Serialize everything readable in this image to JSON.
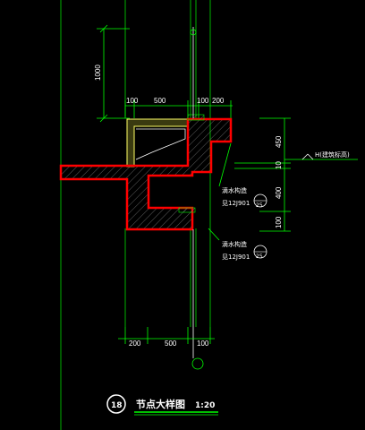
{
  "colors": {
    "background": "#000000",
    "dimension_line": "#00ff00",
    "section_outline": "#ff0000",
    "hatch": "#c8c8c8",
    "insulation": "#ffff66",
    "text": "#ffffff"
  },
  "dimensions": {
    "vertical_left": "1000",
    "top_row": [
      "100",
      "500",
      "100",
      "200"
    ],
    "right_column": [
      "450",
      "10",
      "400",
      "100"
    ],
    "bottom_row": [
      "200",
      "500",
      "100"
    ]
  },
  "annotations": {
    "level_label": "H(建筑标高)",
    "note_1_line1": "滴水构造",
    "note_1_line2": "见12J901",
    "note_1_symbol": "25",
    "note_2_line1": "滴水构造",
    "note_2_line2": "见12J901",
    "note_2_symbol": "25"
  },
  "title": {
    "number": "18",
    "text": "节点大样图",
    "scale": "1:20"
  }
}
